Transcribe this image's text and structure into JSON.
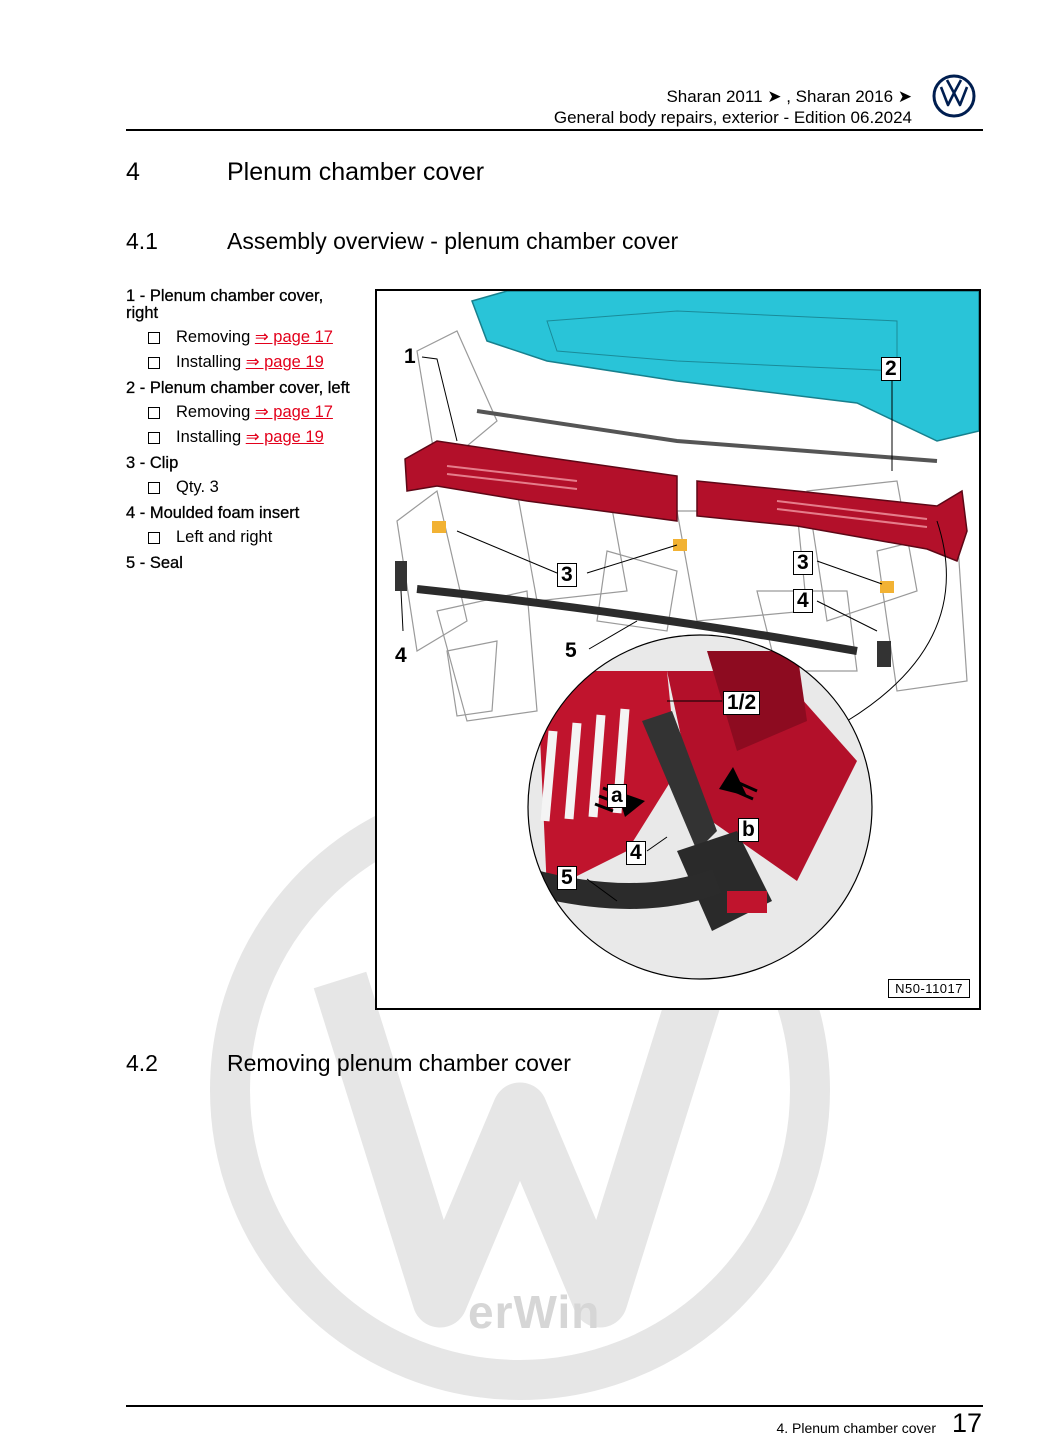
{
  "header": {
    "model_line": "Sharan 2011 ➤ , Sharan 2016 ➤",
    "manual_line": "General body repairs, exterior - Edition 06.2024",
    "logo": "vw-logo-icon"
  },
  "section": {
    "number": "4",
    "title": "Plenum chamber cover"
  },
  "subsections": [
    {
      "number": "4.1",
      "title": "Assembly overview - plenum chamber cover"
    },
    {
      "number": "4.2",
      "title": "Removing plenum chamber cover"
    }
  ],
  "legend": [
    {
      "title": "1 - Plenum chamber cover, right",
      "subs": [
        {
          "text": "Removing ",
          "link": "⇒ page 17"
        },
        {
          "text": "Installing ",
          "link": "⇒ page 19"
        }
      ]
    },
    {
      "title": "2 - Plenum chamber cover, left",
      "subs": [
        {
          "text": "Removing ",
          "link": "⇒ page 17"
        },
        {
          "text": "Installing ",
          "link": "⇒ page 19"
        }
      ]
    },
    {
      "title": "3 - Clip",
      "subs": [
        {
          "text": "Qty. 3",
          "link": ""
        }
      ]
    },
    {
      "title": "4 - Moulded foam insert",
      "subs": [
        {
          "text": "Left and right",
          "link": ""
        }
      ]
    },
    {
      "title": "5 - Seal",
      "subs": []
    }
  ],
  "figure": {
    "id": "N50-11017",
    "callouts": {
      "c1": "1",
      "c2": "2",
      "c3a": "3",
      "c3b": "3",
      "c4a": "4",
      "c4b": "4",
      "c5": "5",
      "c12": "1/2",
      "ca": "a",
      "cb": "b",
      "c4c": "4",
      "c5b": "5"
    },
    "colors": {
      "cover": "#b3102a",
      "glass": "#29c4d8",
      "clip": "#f2b233",
      "seal": "#2b2b2b"
    }
  },
  "footer": {
    "section": "4. Plenum chamber cover",
    "page": "17"
  }
}
